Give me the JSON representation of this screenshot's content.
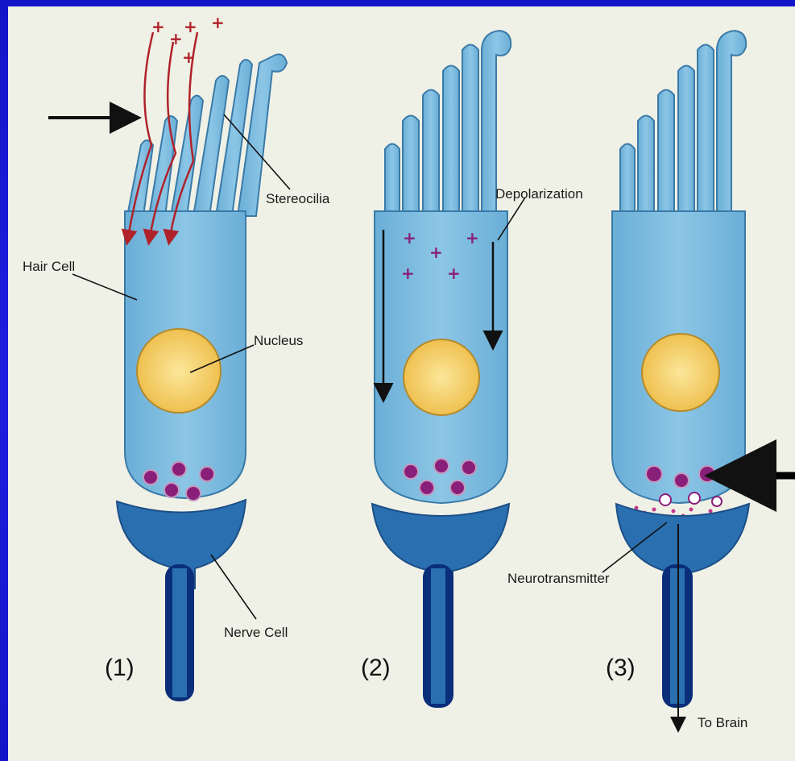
{
  "labels": {
    "stereocilia": "Stereocilia",
    "hair_cell": "Hair Cell",
    "nucleus": "Nucleus",
    "nerve_cell": "Nerve Cell",
    "depolarization": "Depolarization",
    "neurotransmitter": "Neurotransmitter",
    "to_brain": "To Brain"
  },
  "panels": [
    {
      "number": "(1)"
    },
    {
      "number": "(2)"
    },
    {
      "number": "(3)"
    }
  ],
  "colors": {
    "frame": "#1a1ad8",
    "background": "#f0f1e6",
    "hair_cell": "#7db9dc",
    "hair_cell_outline": "#3a7aa8",
    "nucleus": "#f2c85a",
    "vesicle": "#8a1f7a",
    "nerve_cell": "#2a6fb0",
    "axon": "#0b2e7a",
    "ion_arrow": "#b0222a"
  }
}
